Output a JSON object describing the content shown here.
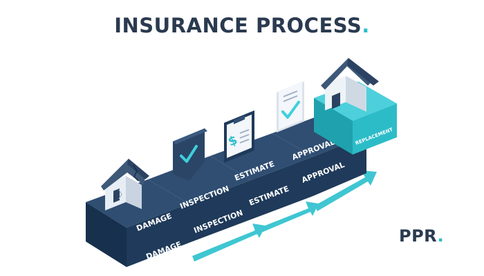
{
  "title": {
    "text": "INSURANCE PROCESS",
    "dot": "."
  },
  "logo": {
    "text": "PPR",
    "dot": "."
  },
  "steps": [
    {
      "top_label": "DAMAGE",
      "front_label": "DAMAGE",
      "icon": "cracked-house-icon"
    },
    {
      "top_label": "INSPECTION",
      "front_label": "INSPECTION",
      "icon": "checkmark-badge-icon"
    },
    {
      "top_label": "ESTIMATE",
      "front_label": "ESTIMATE",
      "icon": "clipboard-dollar-icon"
    },
    {
      "top_label": "APPROVAL",
      "front_label": "APPROVAL",
      "icon": "approved-document-icon"
    },
    {
      "top_label": "REPLACEMENT",
      "icon": "house-icon"
    }
  ],
  "colors": {
    "navy_top": "#2f4e72",
    "navy_front": "#1f3a5a",
    "navy_side": "#16304d",
    "teal_top": "#4dd0db",
    "teal_front": "#2cbcc8",
    "teal_side": "#1fa2ad",
    "arrow": "#3fc6d2",
    "title": "#2a3a4f"
  }
}
